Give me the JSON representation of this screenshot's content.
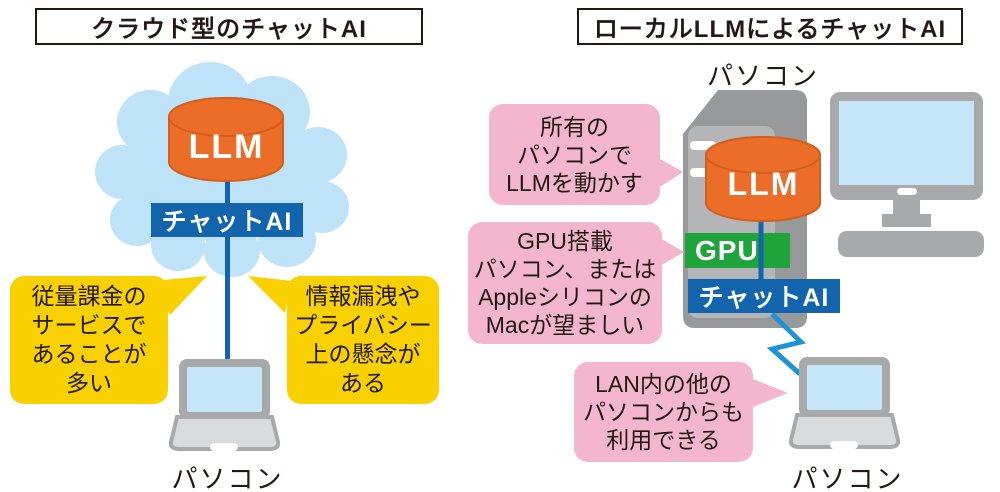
{
  "figure": {
    "left_panel": {
      "title": "クラウド型のチャットAI",
      "llm_label": "LLM",
      "chat_ai_label": "チャットAI",
      "caution_left": "従量課金の\nサービスで\nあることが\n多い",
      "caution_right": "情報漏洩や\nプライバシー\n上の懸念が\nある",
      "pc_label": "パソコン"
    },
    "right_panel": {
      "title": "ローカルLLMによるチャットAI",
      "tower_label": "パソコン",
      "llm_label": "LLM",
      "gpu_label": "GPU",
      "chat_ai_label": "チャットAI",
      "note_top": "所有の\nパソコンで\nLLMを動かす",
      "note_middle": "GPU搭載\nパソコン、または\nAppleシリコンの\nMacが望ましい",
      "note_bottom": "LAN内の他の\nパソコンからも\n利用できる",
      "laptop_label": "パソコン"
    },
    "colors": {
      "cloud_blue": "#BEE2F7",
      "llm_cylinder_orange": "#EB6D28",
      "cylinder_outline": "#D2601C",
      "chat_ai_blue": "#1265AC",
      "lan_zigzag_blue": "#1C93D5",
      "caution_yellow": "#F9D000",
      "note_pink": "#F3B6CD",
      "gpu_green": "#1FA43B",
      "device_gray": "#A7A9AB",
      "tower_gray": "#97999B",
      "tower_panel_gray": "#B3B5B7",
      "screen_blue": "#C5E5F8",
      "text_dark": "#231815"
    }
  }
}
